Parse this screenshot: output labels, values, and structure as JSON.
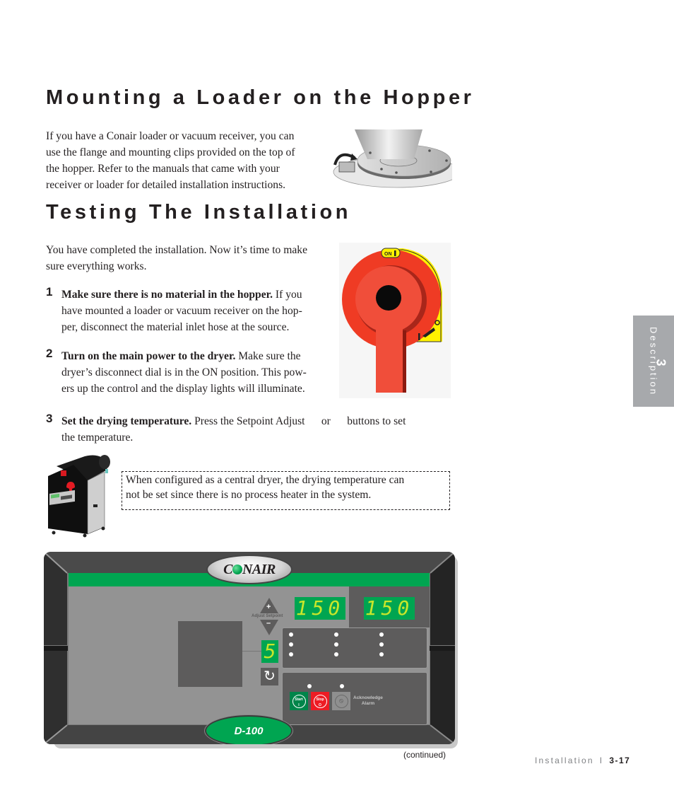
{
  "sections": {
    "mounting": {
      "title": "Mounting a Loader on the Hopper",
      "paragraph_lines": [
        "If you have a Conair loader or vacuum receiver, you can",
        "use the flange and mounting clips provided on the top of",
        "the hopper. Refer to the manuals that came with your",
        "receiver or loader for detailed installation instructions."
      ],
      "figure": "hopper-flange-clip-illustration"
    },
    "testing": {
      "title": "Testing The Installation",
      "intro_lines": [
        "You have completed the installation. Now it’s time to make",
        "sure everything works."
      ],
      "figure": "disconnect-dial-illustration",
      "dial_label": "ON",
      "steps": [
        {
          "number": "1",
          "bold": "Make sure there is no material in the hopper.",
          "lines": [
            " If you",
            "have mounted a loader or vacuum receiver on the hop-",
            "per, disconnect the material inlet hose at the source."
          ]
        },
        {
          "number": "2",
          "bold": "Turn on the main power to the dryer.",
          "lines": [
            " Make sure the",
            "dryer’s disconnect dial is in the ON position.  This pow-",
            "ers up the control and the display lights will illuminate."
          ]
        },
        {
          "number": "3",
          "bold": "Set the drying temperature.",
          "lines": [
            " Press the Setpoint Adjust      or      buttons to set",
            "the temperature."
          ]
        }
      ],
      "note_lines": [
        "When configured as a central dryer, the drying temperature can",
        "not be set since there is no process heater in the system."
      ]
    }
  },
  "control_panel": {
    "brand": "CONAIR",
    "model": "D-100",
    "display_left": "150",
    "display_right": "150",
    "digit_display": "5",
    "adjust_label": "Adjust Setpoint",
    "plus": "+",
    "minus": "–",
    "start_label": "Start",
    "start_symbol": "I",
    "stop_label": "Stop",
    "stop_symbol": "O",
    "ack_label_1": "Acknowledge",
    "ack_label_2": "Alarm",
    "colors": {
      "green": "#00a551",
      "display_text": "#c8e62a",
      "stop_red": "#ed1c24",
      "start_green": "#00854a"
    }
  },
  "continued": "(continued)",
  "side_tab": {
    "number": "3",
    "label": "Description"
  },
  "footer": {
    "section": "Installation",
    "separator": "I",
    "page": "3-17"
  }
}
